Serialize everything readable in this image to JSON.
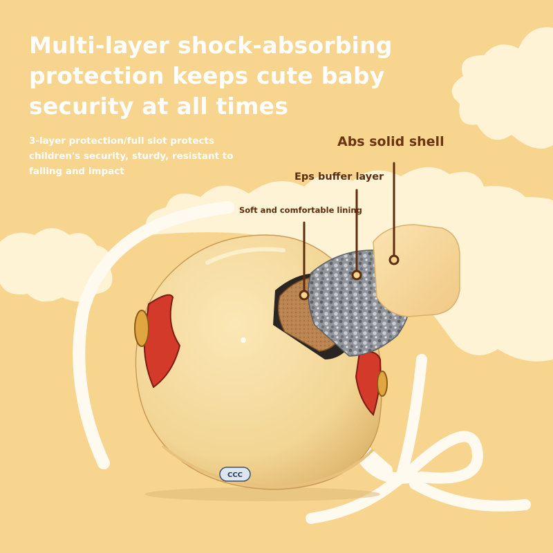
{
  "headline": {
    "line1": "Multi-layer shock-absorbing",
    "line2": "protection keeps cute baby",
    "line3": "security at all times"
  },
  "subtext": {
    "line1": "3-layer protection/full slot protects",
    "line2": "children's security, sturdy, resistant to",
    "line3": "falling and impact"
  },
  "callouts": {
    "shell": "Abs solid shell",
    "eps": "Eps buffer layer",
    "lining": "Soft and comfortable lining"
  },
  "helmet": {
    "badge": "CCC"
  },
  "colors": {
    "background": "#f7d58e",
    "cloud": "#fff3d6",
    "helmet_shell": "#f3d99a",
    "accent_red": "#d43a2a",
    "callout_text": "#5c2e0e",
    "headline_text": "#ffffff"
  }
}
